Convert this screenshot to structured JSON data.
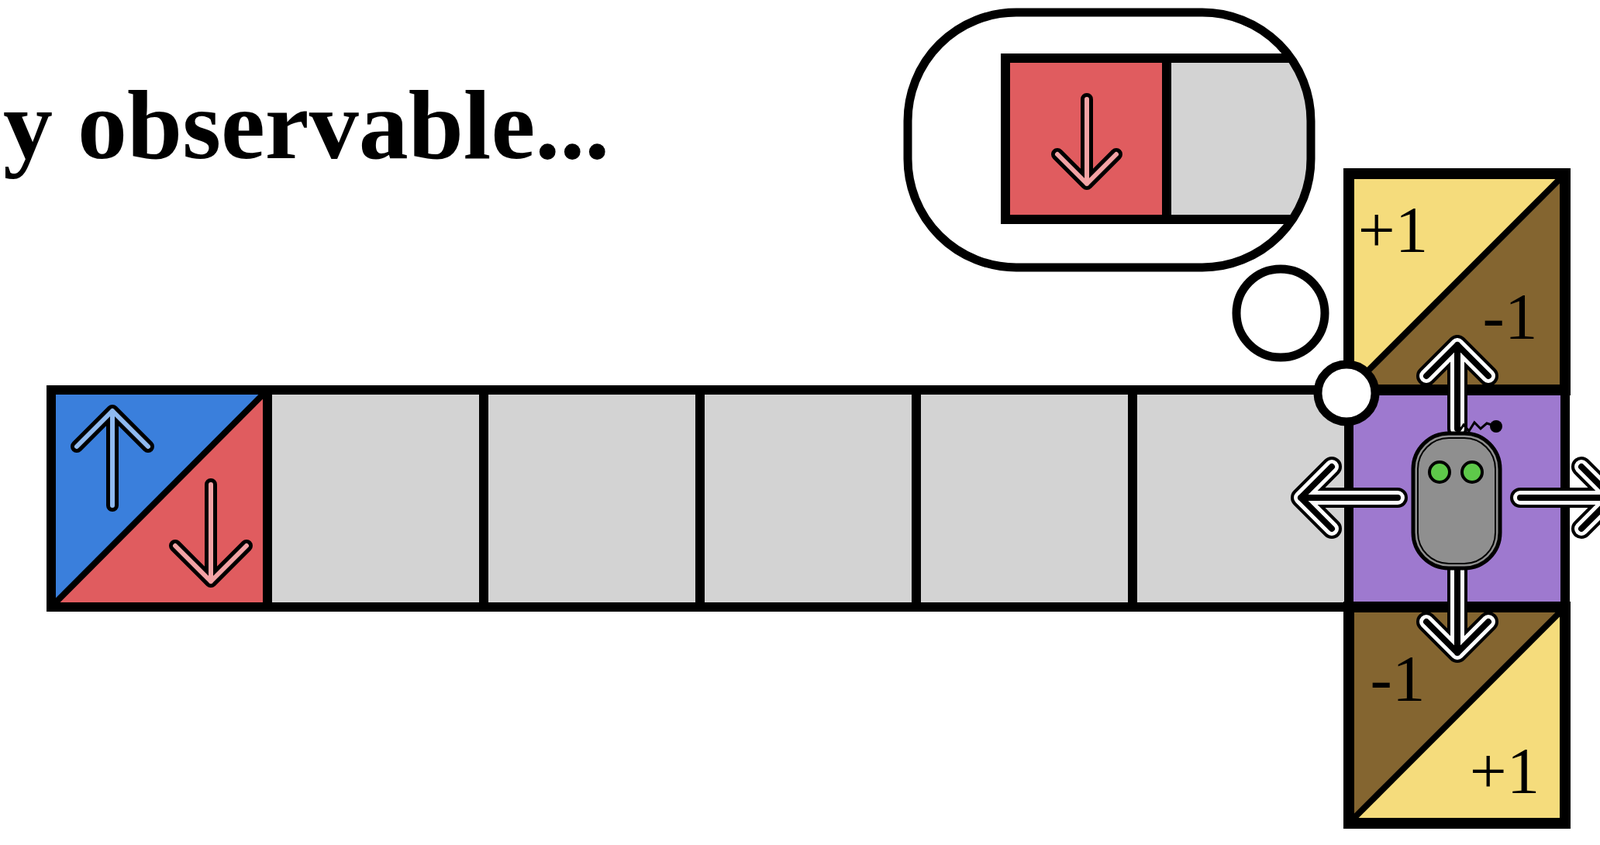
{
  "diagram": {
    "title": "y observable...",
    "nodes": [
      {
        "text": [
          "+1",
          "-1"
        ]
      },
      {
        "text": [
          "-1",
          "+1"
        ]
      }
    ]
  }
}
